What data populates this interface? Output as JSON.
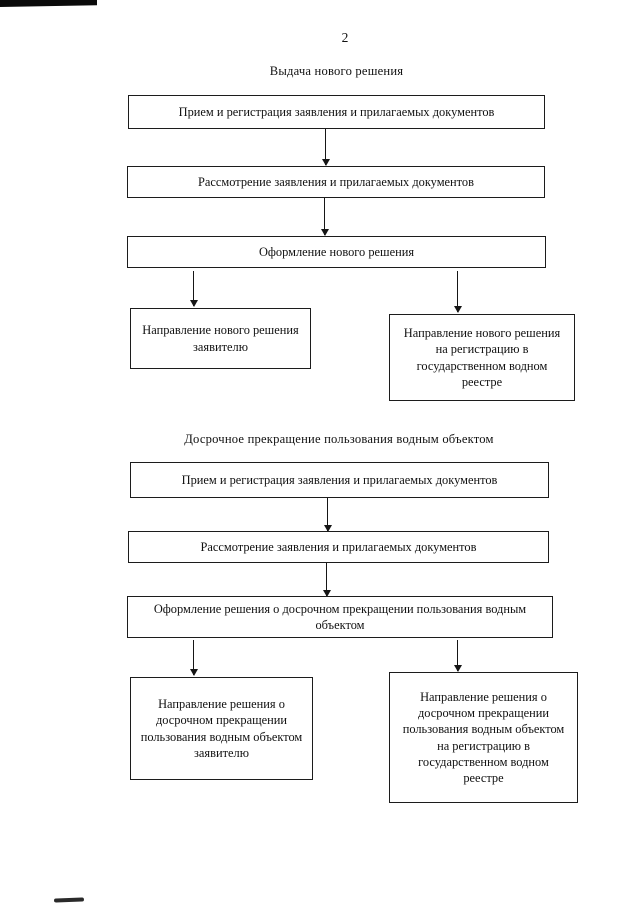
{
  "page": {
    "number": "2"
  },
  "flowcharts": [
    {
      "title": "Выдача нового решения",
      "steps": [
        "Прием и регистрация заявления и прилагаемых документов",
        "Рассмотрение заявления и прилагаемых документов",
        "Оформление нового решения"
      ],
      "branches": [
        "Направление нового решения заявителю",
        "Направление нового решения на регистрацию в государственном водном реестре"
      ]
    },
    {
      "title": "Досрочное прекращение пользования водным объектом",
      "steps": [
        "Прием и регистрация заявления и прилагаемых документов",
        "Рассмотрение заявления и прилагаемых документов",
        "Оформление  решения о досрочном прекращении пользования водным объектом"
      ],
      "branches": [
        "Направление решения о досрочном прекращении пользования водным объектом заявителю",
        "Направление решения  о досрочном прекращении пользования водным объектом на регистрацию в государственном водном реестре"
      ]
    }
  ]
}
